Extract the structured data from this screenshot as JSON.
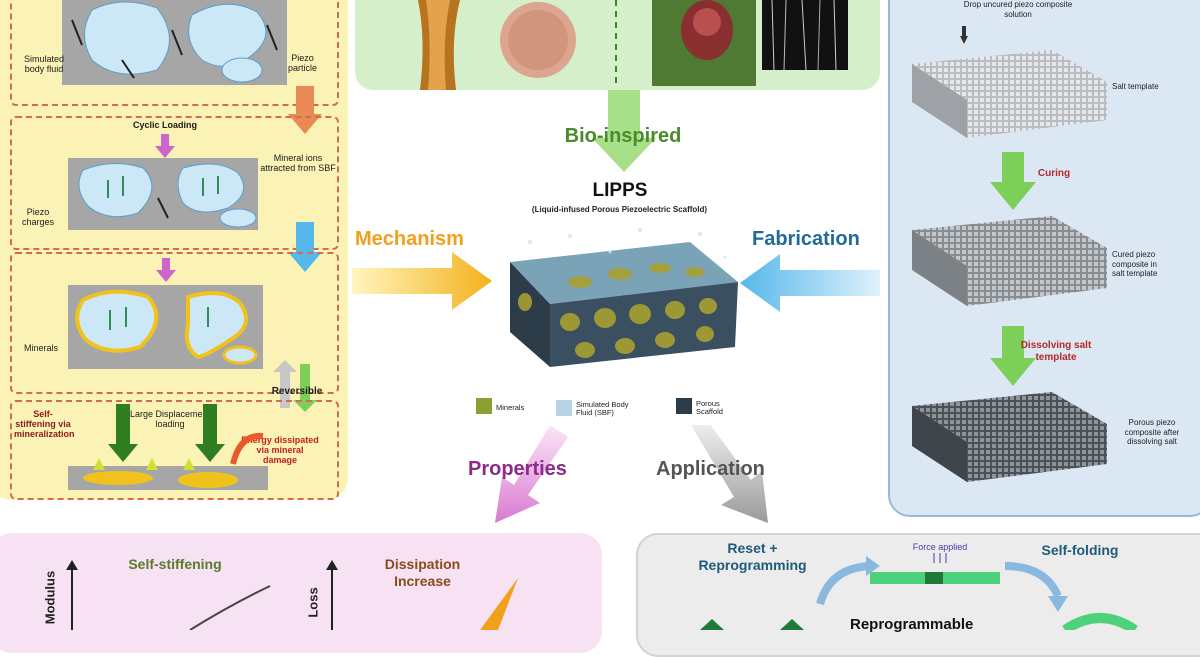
{
  "mechanism_panel": {
    "top_labels": [
      "Simulated body fluid",
      "Piezo particle"
    ],
    "cyclic_loading": "Cyclic Loading",
    "mineral_ions_label": "Mineral ions attracted from SBF",
    "piezo_charges_label": "Piezo charges",
    "minerals_label": "Minerals",
    "reversible_label": "Reversible",
    "self_stiffening_label": "Self-stiffening via mineralization",
    "large_displacement_label": "Large Displacement loading",
    "energy_label": "Energy dissipated via mineral damage"
  },
  "center": {
    "bio_inspired": "Bio-inspired",
    "title": "LIPPS",
    "subtitle": "(Liquid-infused Porous Piezoelectric Scaffold)",
    "mechanism": "Mechanism",
    "fabrication": "Fabrication",
    "properties": "Properties",
    "application": "Application",
    "legend": [
      "Minerals",
      "Simulated Body Fluid (SBF)",
      "Porous Scaffold"
    ]
  },
  "fabrication_panel": {
    "drop_label": "Drop uncured piezo composite solution",
    "salt_template": "Salt template",
    "curing": "Curing",
    "cured_label": "Cured piezo composite in salt template",
    "dissolving": "Dissolving salt template",
    "porous_label": "Porous piezo composite after dissolving salt"
  },
  "properties_panel": {
    "self_stiffening": "Self-stiffening",
    "dissipation": "Dissipation Increase",
    "axis1": "Modulus",
    "axis2": "Loss"
  },
  "application_panel": {
    "reset": "Reset + Reprogramming",
    "force": "Force applied",
    "self_folding": "Self-folding",
    "reprogrammable": "Reprogrammable"
  },
  "colors": {
    "mechanism_arrow": "#f2b21c",
    "fabrication_arrow": "#55b7ea",
    "bio_arrow": "#7ecf5a",
    "properties_arrow": "#d97ad0",
    "application_arrow": "#a8a8a8"
  }
}
